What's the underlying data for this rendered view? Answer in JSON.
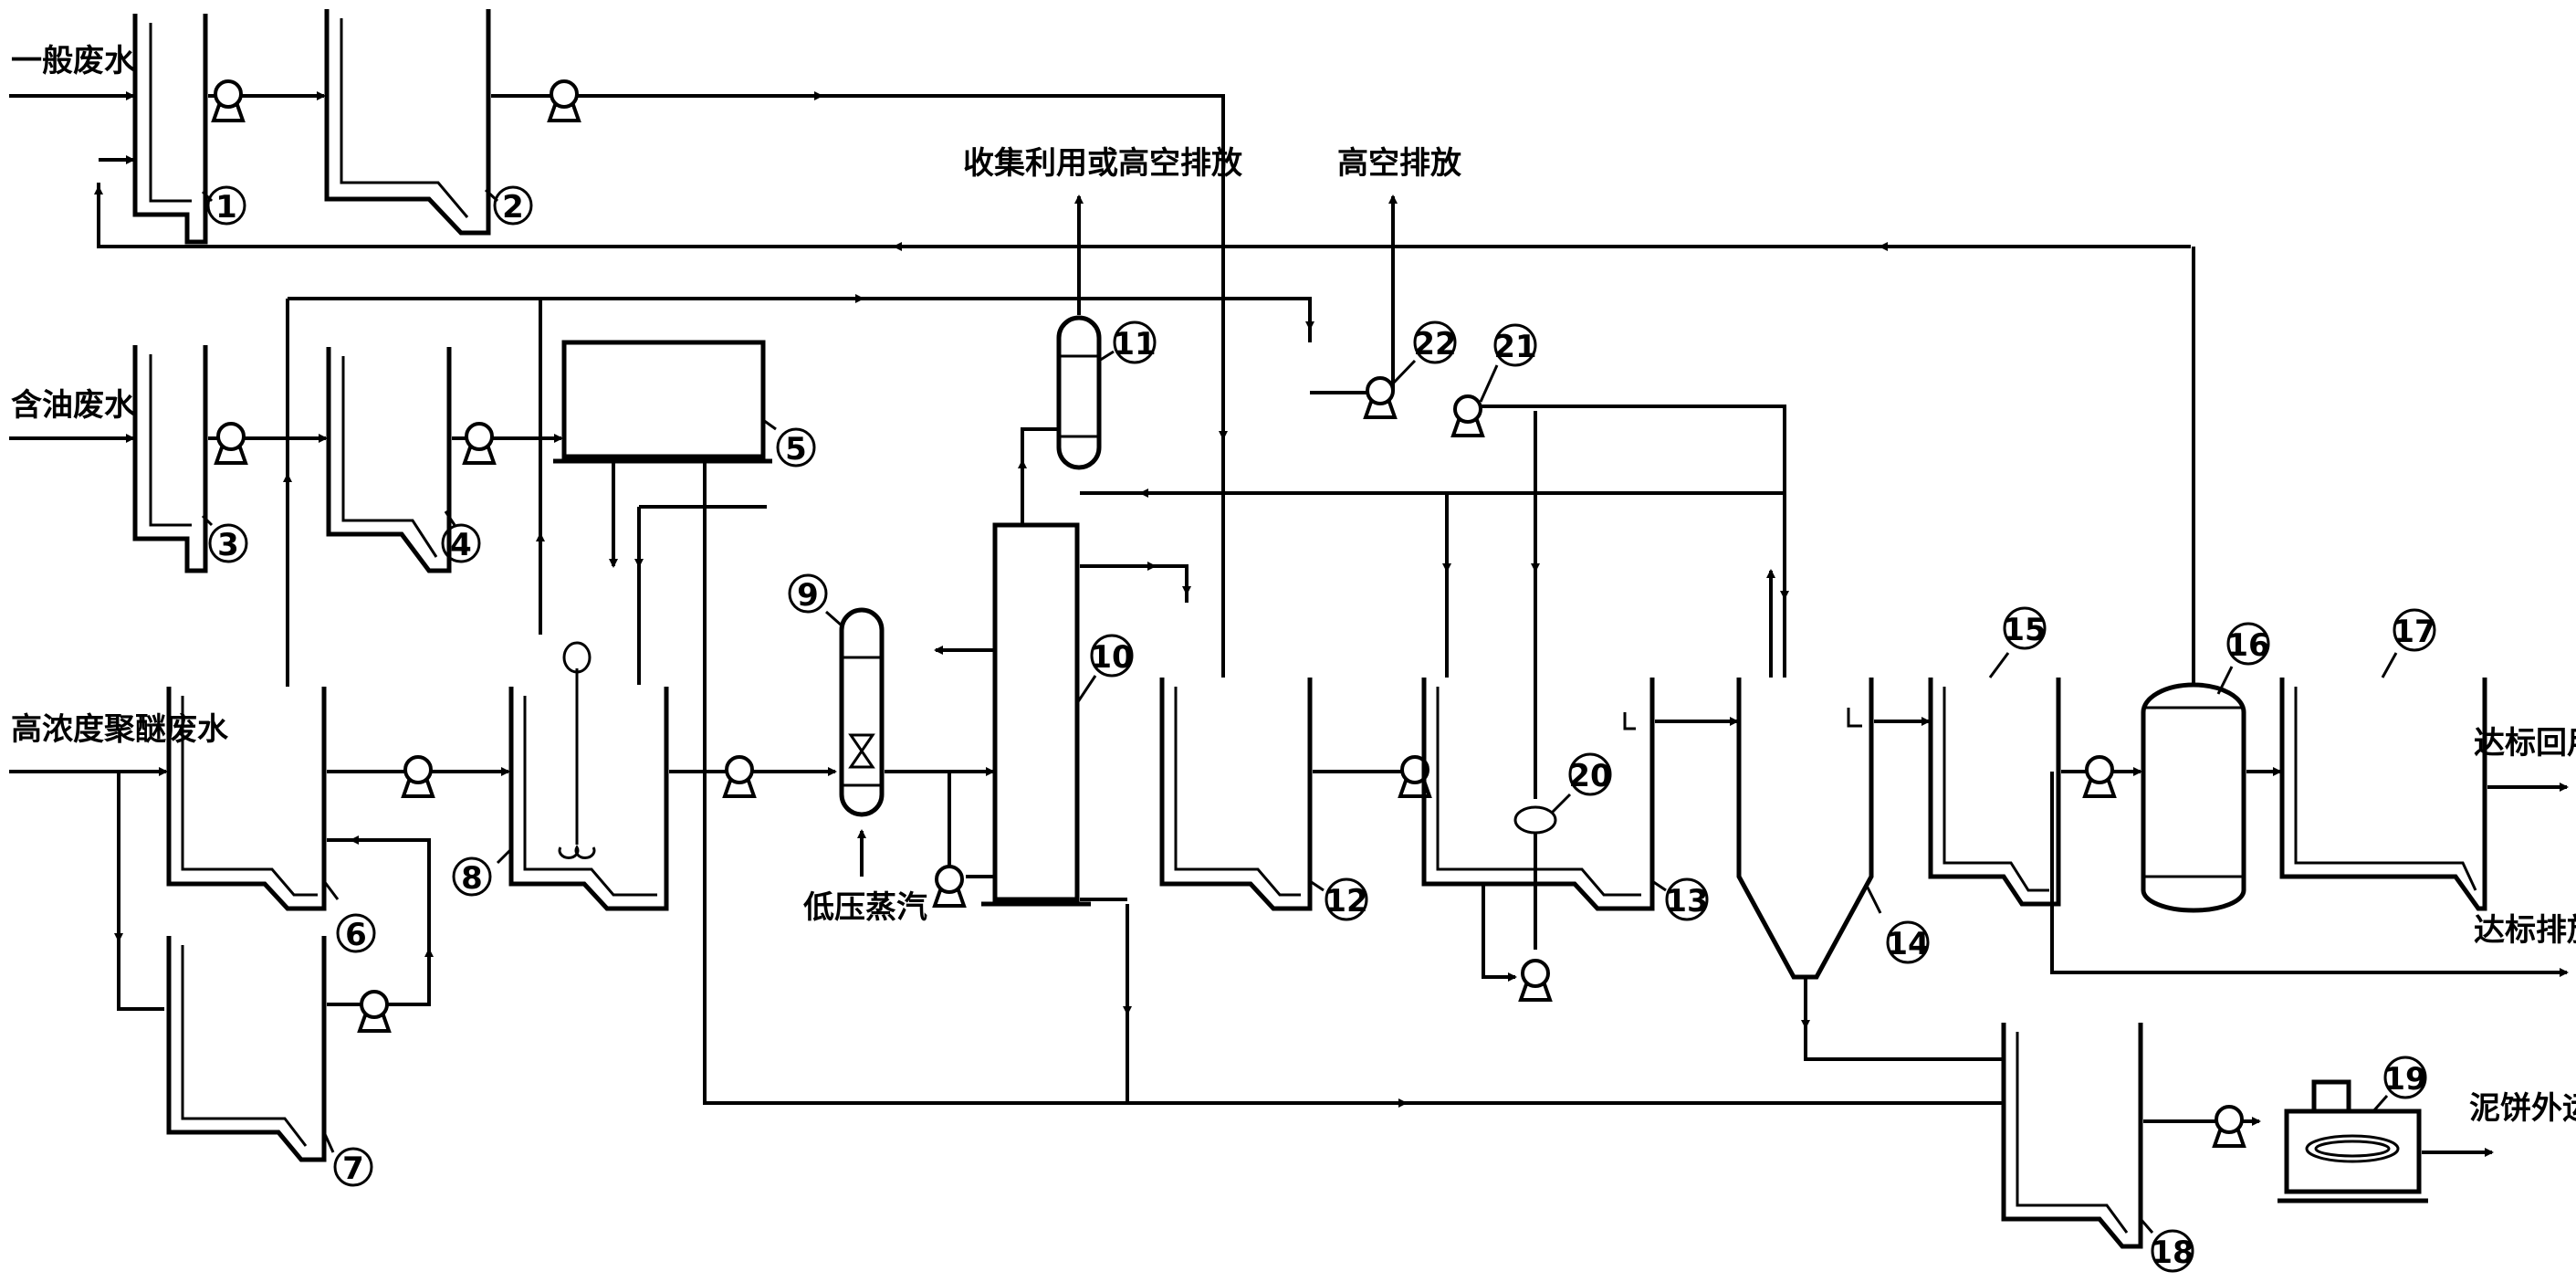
{
  "inputs": {
    "general": "一般废水",
    "oily": "含油废水",
    "high": "高浓度聚醚废水",
    "steam": "低压蒸汽"
  },
  "outputs": {
    "collect": "收集利用或高空排放",
    "stack": "高空排放",
    "reuse": "达标回用",
    "discharge": "达标排放",
    "sludge": "泥饼外运"
  },
  "units": [
    "1",
    "2",
    "3",
    "4",
    "5",
    "6",
    "7",
    "8",
    "9",
    "10",
    "11",
    "12",
    "13",
    "14",
    "15",
    "16",
    "17",
    "18",
    "19",
    "20",
    "21",
    "22"
  ]
}
